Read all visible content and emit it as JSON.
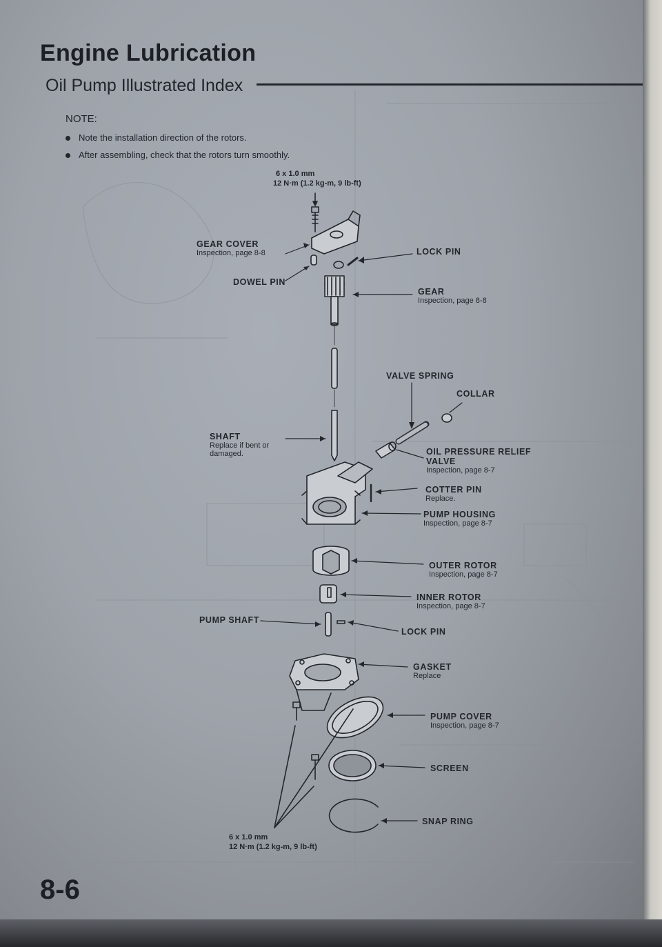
{
  "header": {
    "title": "Engine Lubrication",
    "subtitle": "Oil Pump Illustrated Index"
  },
  "note": {
    "title": "NOTE:",
    "bullets": [
      "Note the installation direction of the rotors.",
      "After assembling, check that the rotors turn smoothly."
    ]
  },
  "torque_top": {
    "size": "6 x 1.0 mm",
    "spec": "12 N·m (1.2 kg-m, 9 lb-ft)"
  },
  "torque_bottom": {
    "size": "6 x 1.0 mm",
    "spec": "12 N·m (1.2 kg-m, 9 lb-ft)"
  },
  "labels": {
    "gear_cover": {
      "name": "GEAR COVER",
      "sub": "Inspection, page 8-8"
    },
    "lock_pin_top": {
      "name": "LOCK PIN"
    },
    "dowel_pin": {
      "name": "DOWEL PIN"
    },
    "gear": {
      "name": "GEAR",
      "sub": "Inspection, page 8-8"
    },
    "valve_spring": {
      "name": "VALVE SPRING"
    },
    "collar": {
      "name": "COLLAR"
    },
    "shaft": {
      "name": "SHAFT",
      "sub1": "Replace if bent or",
      "sub2": "damaged."
    },
    "relief_valve": {
      "name1": "OIL PRESSURE RELIEF",
      "name2": "VALVE",
      "sub": "Inspection, page 8-7"
    },
    "cotter_pin": {
      "name": "COTTER PIN",
      "sub": "Replace."
    },
    "pump_housing": {
      "name": "PUMP HOUSING",
      "sub": "Inspection, page 8-7"
    },
    "outer_rotor": {
      "name": "OUTER ROTOR",
      "sub": "Inspection, page 8-7"
    },
    "inner_rotor": {
      "name": "INNER ROTOR",
      "sub": "Inspection, page 8-7"
    },
    "pump_shaft": {
      "name": "PUMP SHAFT"
    },
    "lock_pin_bottom": {
      "name": "LOCK PIN"
    },
    "gasket": {
      "name": "GASKET",
      "sub": "Replace"
    },
    "pump_cover": {
      "name": "PUMP COVER",
      "sub": "Inspection, page 8-7"
    },
    "screen": {
      "name": "SCREEN"
    },
    "snap_ring": {
      "name": "SNAP RING"
    }
  },
  "footer": {
    "page_number": "8-6"
  },
  "colors": {
    "paper": "#a4a9b0",
    "ink": "#23262b"
  }
}
